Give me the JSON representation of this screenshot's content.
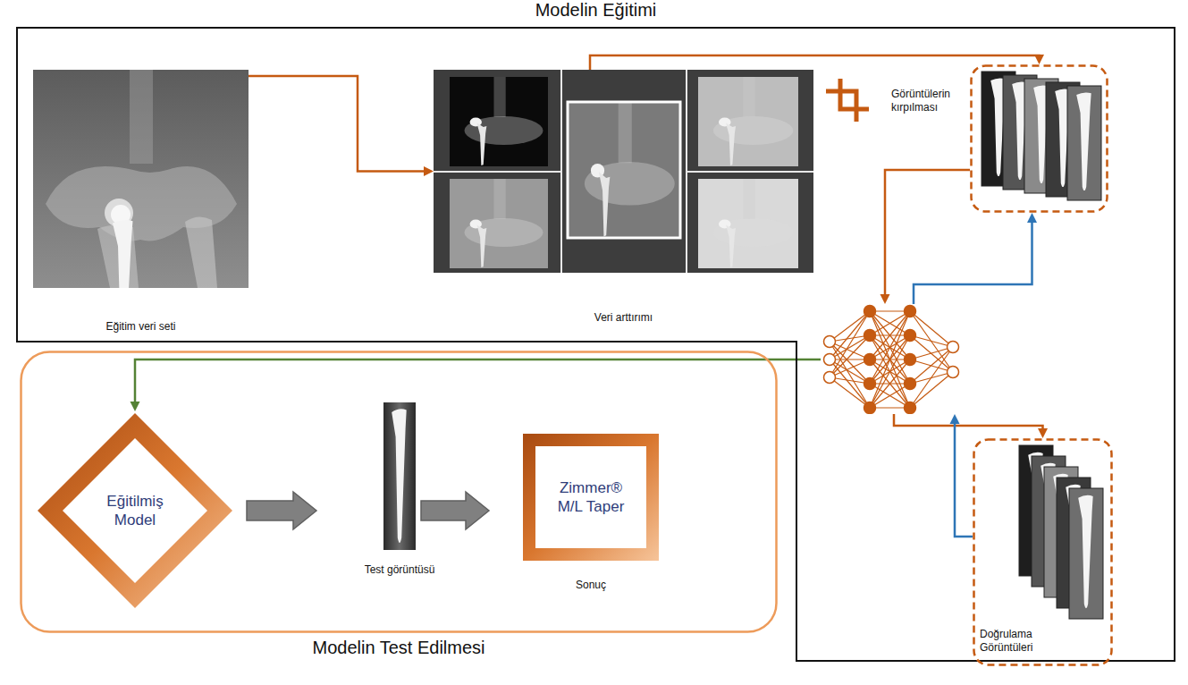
{
  "diagram": {
    "nodes": [
      {
        "text": [
          "Modelin Eğitimi"
        ]
      },
      {
        "text": [
          "Eğitim veri seti"
        ],
        "in": 0
      },
      {
        "text": [
          "Veri arttırımı"
        ],
        "in": 0
      },
      {
        "text": [
          "Görüntülerin kırpılması"
        ],
        "in": 0
      },
      {
        "text": [],
        "in": 0
      },
      {
        "text": [
          "Doğrulama Görüntüleri"
        ],
        "in": 0
      },
      {
        "text": [
          "Modelin Test Edilmesi"
        ]
      },
      {
        "text": [
          "Eğitilmiş Model"
        ],
        "in": 6
      },
      {
        "text": [
          "Test görüntüsü"
        ],
        "in": 6
      },
      {
        "text": [
          "Zimmer® M/L Taper",
          "Sonuç"
        ],
        "in": 6
      }
    ],
    "edges": [
      {
        "from": 1,
        "to": 2,
        "arrow": "to"
      },
      {
        "from": 2,
        "to": 3,
        "arrow": "to"
      },
      {
        "from": 3,
        "to": 4,
        "arrow": "to"
      },
      {
        "from": 4,
        "to": 3,
        "arrow": "to"
      },
      {
        "from": 4,
        "to": 5,
        "arrow": "to"
      },
      {
        "from": 5,
        "to": 4,
        "arrow": "to"
      },
      {
        "from": 4,
        "to": 7,
        "arrow": "to"
      },
      {
        "from": 7,
        "to": 8,
        "arrow": "to"
      },
      {
        "from": 8,
        "to": 9,
        "arrow": "to"
      }
    ]
  }
}
